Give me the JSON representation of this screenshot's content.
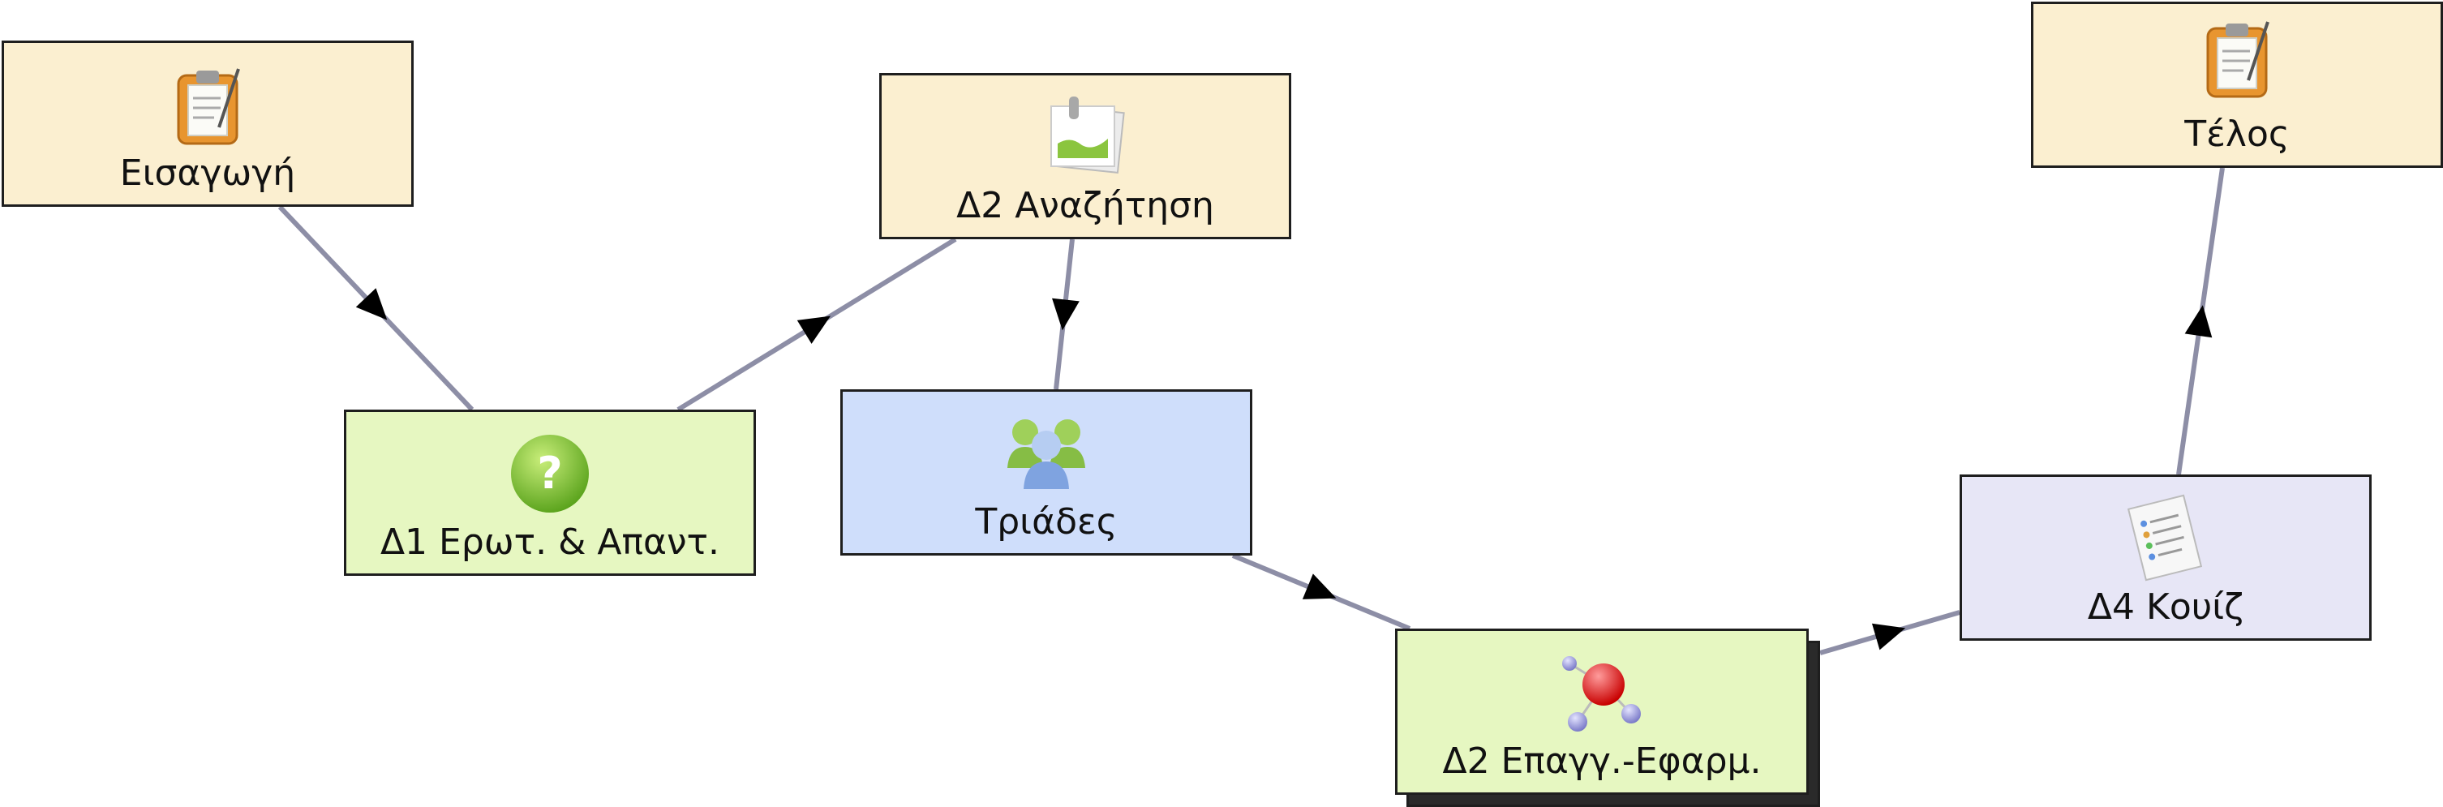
{
  "nodes": {
    "intro": {
      "label": "Εισαγωγή",
      "icon": "clipboard-icon",
      "fill": "#fbefd0"
    },
    "qa": {
      "label": "Δ1 Ερωτ. & Απαντ.",
      "icon": "question-icon",
      "fill": "#e6f7c1"
    },
    "search": {
      "label": "Δ2 Αναζήτηση",
      "icon": "image-icon",
      "fill": "#fbefd0"
    },
    "triads": {
      "label": "Τριάδες",
      "icon": "group-icon",
      "fill": "#cfdefb"
    },
    "apply": {
      "label": "Δ2 Επαγγ.-Εφαρμ.",
      "icon": "molecule-icon",
      "fill": "#e6f7c1"
    },
    "quiz": {
      "label": "Δ4 Κουίζ",
      "icon": "checklist-icon",
      "fill": "#e7e6f6"
    },
    "end": {
      "label": "Τέλος",
      "icon": "clipboard-icon",
      "fill": "#fbefd0"
    }
  },
  "edges": [
    {
      "from": "intro",
      "to": "qa"
    },
    {
      "from": "qa",
      "to": "search"
    },
    {
      "from": "search",
      "to": "triads"
    },
    {
      "from": "triads",
      "to": "apply"
    },
    {
      "from": "apply",
      "to": "quiz"
    },
    {
      "from": "quiz",
      "to": "end"
    }
  ],
  "colors": {
    "edge": "#8d8ea6",
    "arrow": "#000000",
    "border": "#1e1e1e"
  }
}
